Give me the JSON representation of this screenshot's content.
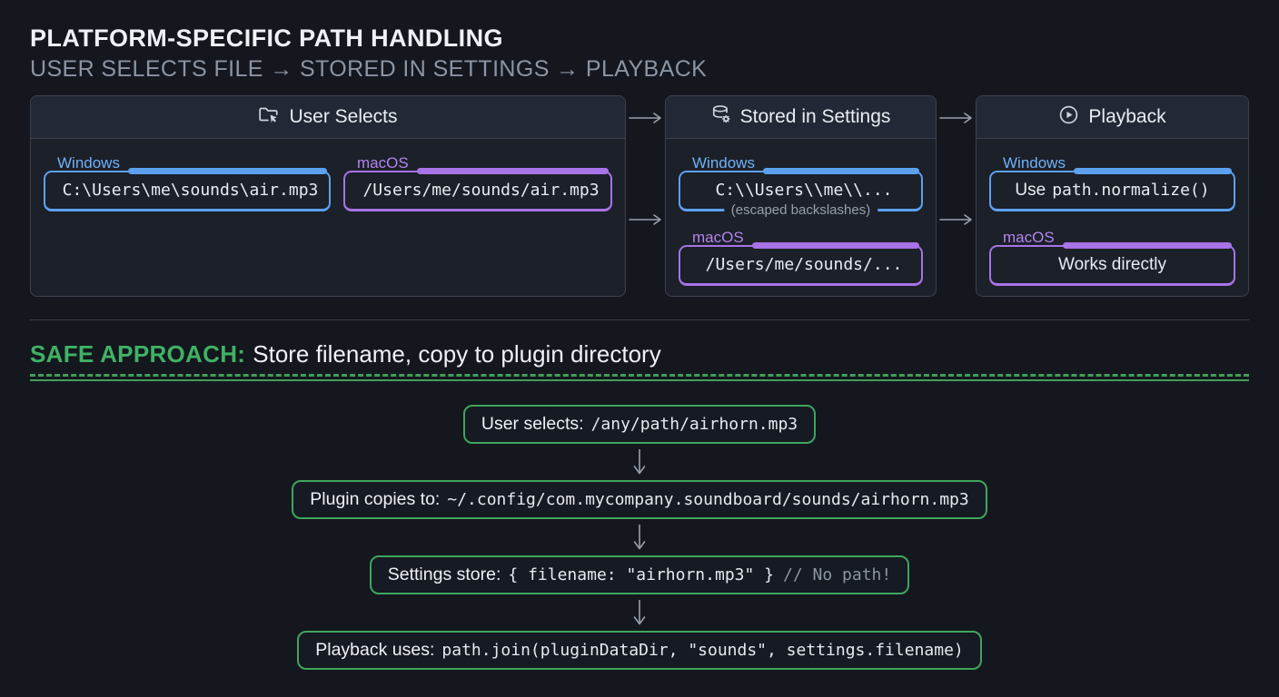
{
  "page": {
    "title": "PLATFORM-SPECIFIC PATH HANDLING",
    "subtitle": "USER SELECTS FILE → STORED IN SETTINGS → PLAYBACK"
  },
  "colors": {
    "background": "#14171e",
    "panel": "#1c2029",
    "panel_header": "#232836",
    "border_gray": "#3b414e",
    "windows_blue": "#5ca1f0",
    "macos_purple": "#a873e6",
    "safe_green": "#3fa55d",
    "text_gray": "#8b95a3"
  },
  "flow_columns": [
    {
      "title": "User Selects",
      "icon": "folder-cursor-icon",
      "platforms": [
        {
          "os": "Windows",
          "code": "C:\\Users\\me\\sounds\\air.mp3",
          "caption": ""
        },
        {
          "os": "macOS",
          "code": "/Users/me/sounds/air.mp3",
          "caption": ""
        }
      ]
    },
    {
      "title": "Stored in Settings",
      "icon": "database-gear-icon",
      "platforms": [
        {
          "os": "Windows",
          "code": "C:\\\\Users\\\\me\\\\...",
          "caption": "(escaped backslashes)"
        },
        {
          "os": "macOS",
          "code": "/Users/me/sounds/...",
          "caption": ""
        }
      ]
    },
    {
      "title": "Playback",
      "icon": "play-circle-icon",
      "platforms": [
        {
          "os": "Windows",
          "prefix": "Use",
          "code": "path.normalize()",
          "caption": ""
        },
        {
          "os": "macOS",
          "prefix": "Works directly",
          "code": "",
          "caption": ""
        }
      ]
    }
  ],
  "safe_approach": {
    "heading_highlight": "SAFE APPROACH:",
    "heading_rest": "Store filename, copy to plugin directory",
    "steps": [
      {
        "label": "User selects:",
        "code": "/any/path/airhorn.mp3",
        "comment": ""
      },
      {
        "label": "Plugin copies to:",
        "code": "~/.config/com.mycompany.soundboard/sounds/airhorn.mp3",
        "comment": ""
      },
      {
        "label": "Settings store:",
        "code": "{ filename: \"airhorn.mp3\" }",
        "comment": "// No path!"
      },
      {
        "label": "Playback uses:",
        "code": "path.join(pluginDataDir, \"sounds\", settings.filename)",
        "comment": ""
      }
    ]
  }
}
